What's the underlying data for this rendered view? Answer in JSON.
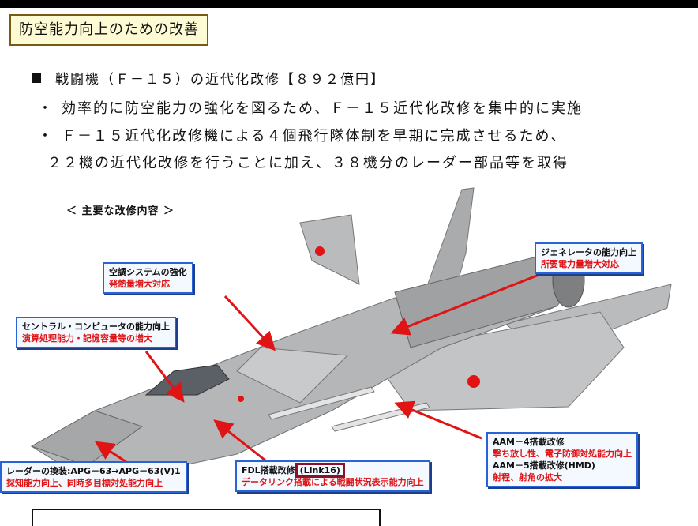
{
  "header": {
    "section_title": "防空能力向上のための改善"
  },
  "main": {
    "bullet": "戦闘機（Ｆ－１５）の近代化改修【８９２億円】",
    "sub1_mark": "・",
    "sub1": "効率的に防空能力の強化を図るため、Ｆ－１５近代化改修を集中的に実施",
    "sub2_mark": "・",
    "sub2": "Ｆ－１５近代化改修機による４個飛行隊体制を早期に完成させるため、",
    "sub3": "２２機の近代化改修を行うことに加え、３８機分のレーダー部品等を取得"
  },
  "diagram": {
    "title": "＜ 主要な改修内容 ＞",
    "callouts": {
      "cooling_title": "空調システムの強化",
      "cooling_detail": "発熱量増大対応",
      "computer_title": "セントラル・コンピュータの能力向上",
      "computer_detail": "演算処理能力・記憶容量等の増大",
      "generator_title": "ジェネレータの能力向上",
      "generator_detail": "所要電力量増大対応",
      "radar_title": "レーダーの換装:APG－63→APG－63(V)1",
      "radar_detail": "探知能力向上、同時多目標対処能力向上",
      "fdl_title_a": "FDL搭載改修",
      "fdl_title_b": "(Link16)",
      "fdl_detail": "データリンク搭載による戦闘状況表示能力向上",
      "aam4_title": "AAM－4搭載改修",
      "aam4_detail": "撃ち放し性、電子防御対処能力向上",
      "aam5_title": "AAM－5搭載改修(HMD)",
      "aam5_detail": "射程、射角の拡大"
    }
  },
  "colors": {
    "callout_border": "#2a63d8",
    "accent_red": "#e01414",
    "title_bg": "#fdfbd3",
    "aircraft_gray": "#b4b6b8"
  }
}
